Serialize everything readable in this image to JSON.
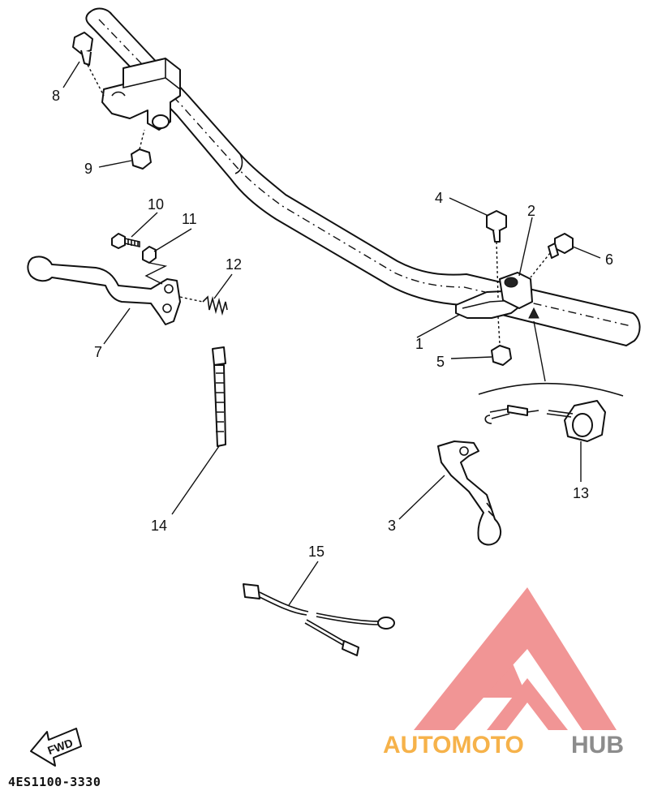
{
  "callouts": [
    {
      "id": "1",
      "label": "1"
    },
    {
      "id": "2",
      "label": "2"
    },
    {
      "id": "3",
      "label": "3"
    },
    {
      "id": "4",
      "label": "4"
    },
    {
      "id": "5",
      "label": "5"
    },
    {
      "id": "6",
      "label": "6"
    },
    {
      "id": "7",
      "label": "7"
    },
    {
      "id": "8",
      "label": "8"
    },
    {
      "id": "9",
      "label": "9"
    },
    {
      "id": "10",
      "label": "10"
    },
    {
      "id": "11",
      "label": "11"
    },
    {
      "id": "12",
      "label": "12"
    },
    {
      "id": "13",
      "label": "13"
    },
    {
      "id": "14",
      "label": "14"
    },
    {
      "id": "15",
      "label": "15"
    }
  ],
  "fwd_label": "FWD",
  "diagram_code": "4ES1100-3330",
  "watermark": {
    "part_a": "AUTOMOTO",
    "part_b": "HUB",
    "color_a": "#f6b24a",
    "color_b": "#8c8c8c",
    "logo_color": "#f08a8a"
  }
}
